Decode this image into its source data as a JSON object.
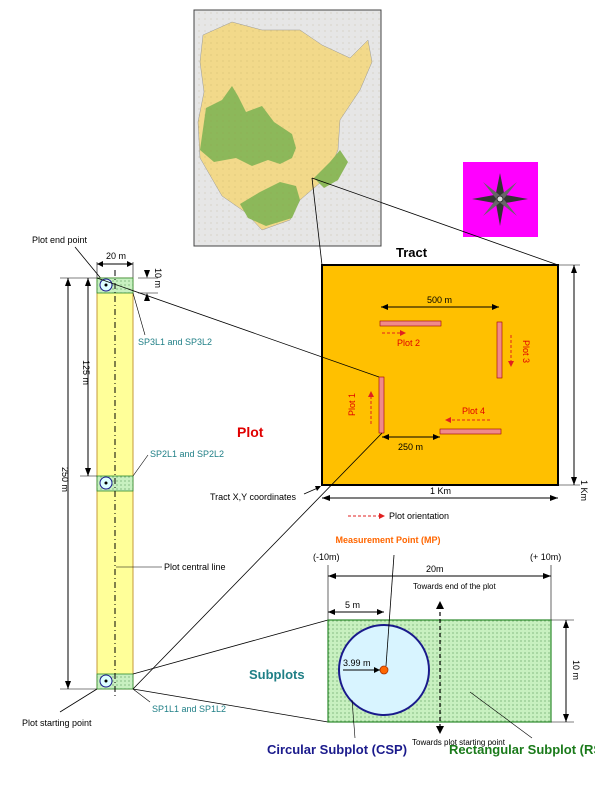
{
  "colors": {
    "map_land": "#f2d98a",
    "map_forest": "#8cb85a",
    "map_sea": "#e6e6e6",
    "tract_fill": "#ffc000",
    "plot_bar": "#f08a8a",
    "plot_arrow": "#e02020",
    "plot_strip": "#ffff99",
    "subplot_fill": "#c8f0c0",
    "subplot_border": "#2d8a2d",
    "csp_circle": "#1a1a8c",
    "mp_point": "#ff6600",
    "compass_bg": "#ff00ff",
    "teal_text": "#1f7f86",
    "red_text": "#e00000",
    "navy_text": "#1a1a8c",
    "green_text": "#1a7a1a"
  },
  "icons": {
    "compass": "compass-rose-icon"
  },
  "tract": {
    "title": "Tract",
    "width_label": "1 Km",
    "height_label": "1 Km",
    "spacing_label": "500 m",
    "offset_label": "250 m",
    "coordinates_label": "Tract X,Y coordinates",
    "orientation_label": "Plot orientation",
    "plot_labels": [
      "Plot 1",
      "Plot 2",
      "Plot 3",
      "Plot 4"
    ]
  },
  "plot": {
    "title": "Plot",
    "end_point_label": "Plot end point",
    "start_point_label": "Plot starting point",
    "width_label": "20 m",
    "top_offset_label": "10 m",
    "half_length_label": "125 m",
    "length_label": "250 m",
    "central_line_label": "Plot central line",
    "subplot_labels": [
      "SP3L1 and SP3L2",
      "SP2L1 and SP2L2",
      "SP1L1 and SP1L2"
    ]
  },
  "subplot": {
    "title": "Subplots",
    "mp_label": "Measurement Point (MP)",
    "left_coord": "(-10m)",
    "right_coord": "(+ 10m)",
    "width_label": "20m",
    "radius_offset_label": "5 m",
    "radius_label": "3.99 m",
    "height_label": "10 m",
    "towards_end": "Towards end of the plot",
    "towards_start": "Towards plot starting point",
    "csp_label": "Circular Subplot (CSP)",
    "rsp_label": "Rectangular Subplot (RSP)"
  }
}
